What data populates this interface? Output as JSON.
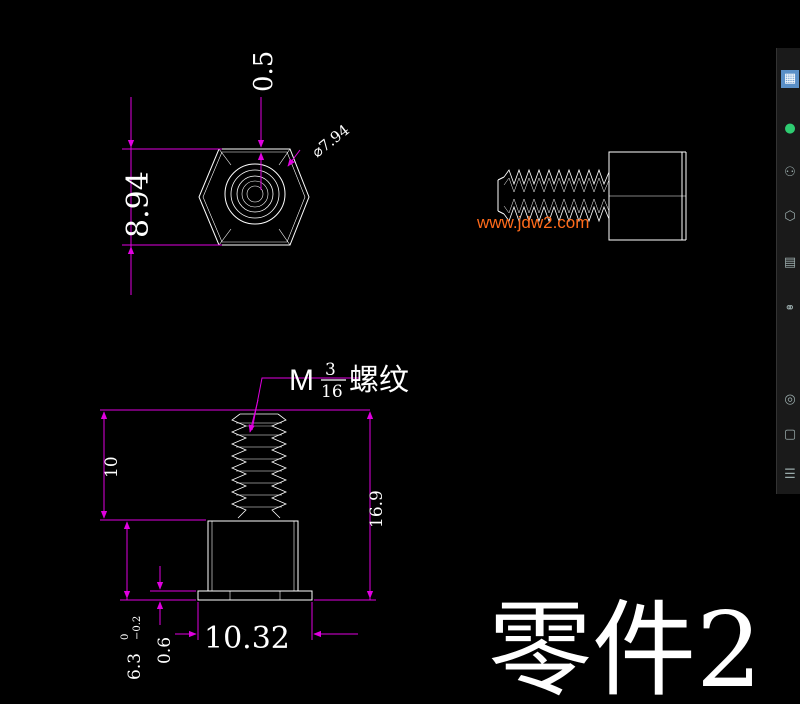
{
  "drawing": {
    "title": "零件2",
    "watermark": "www.jdw2.com",
    "thread_label": {
      "prefix": "M",
      "numerator": "3",
      "denominator": "16",
      "suffix": "螺纹"
    },
    "dimensions": {
      "top_offset": "0.5",
      "hex_height": "8.94",
      "hex_diameter": "⌀7.94",
      "thread_length": "10",
      "overall_length": "16.9",
      "base_width": "10.32",
      "body_height": "6.3",
      "tol_upper": "0",
      "tol_lower": "−0.2",
      "flange_thickness": "0.6"
    }
  },
  "side_panel": {
    "icons": [
      "image-icon",
      "chat-icon",
      "user-icon",
      "cube-icon",
      "doc-icon",
      "link-icon",
      "info-icon",
      "page-icon",
      "menu-icon"
    ]
  }
}
